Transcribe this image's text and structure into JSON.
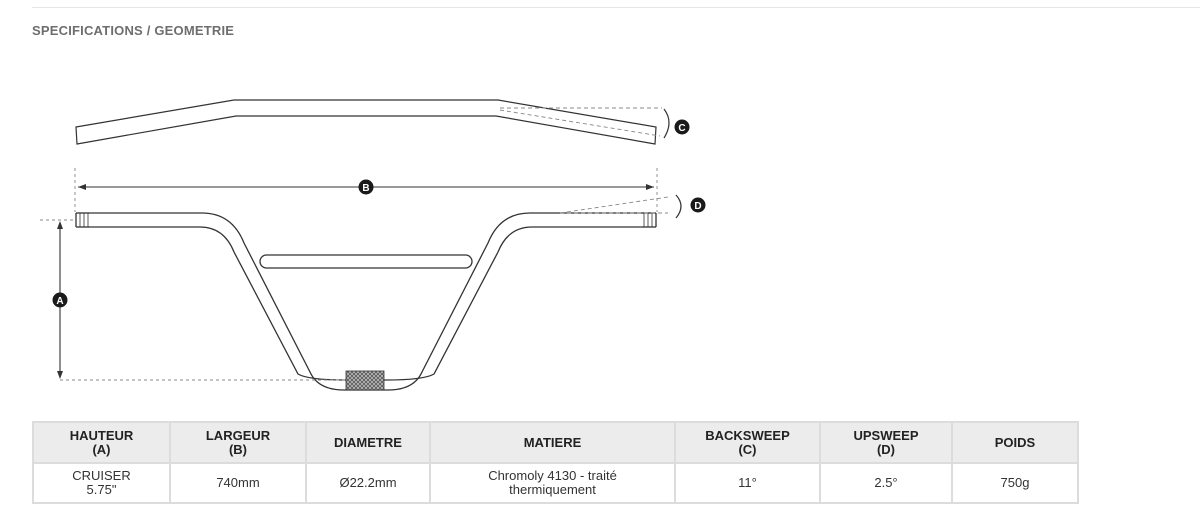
{
  "section": {
    "title": "SPECIFICATIONS / GEOMETRIE"
  },
  "drawing": {
    "labels": {
      "a": "A",
      "b": "B",
      "c": "C",
      "d": "D"
    }
  },
  "table": {
    "headers": [
      {
        "line1": "HAUTEUR",
        "line2": "(A)"
      },
      {
        "line1": "LARGEUR",
        "line2": "(B)"
      },
      {
        "line1": "DIAMETRE",
        "line2": ""
      },
      {
        "line1": "MATIERE",
        "line2": ""
      },
      {
        "line1": "BACKSWEEP",
        "line2": "(C)"
      },
      {
        "line1": "UPSWEEP",
        "line2": "(D)"
      },
      {
        "line1": "POIDS",
        "line2": ""
      }
    ],
    "row": [
      {
        "line1": "CRUISER",
        "line2": "5.75\""
      },
      {
        "line1": "740mm",
        "line2": ""
      },
      {
        "line1": "Ø22.2mm",
        "line2": ""
      },
      {
        "line1": "Chromoly 4130 - traité",
        "line2": "thermiquement"
      },
      {
        "line1": "11°",
        "line2": ""
      },
      {
        "line1": "2.5°",
        "line2": ""
      },
      {
        "line1": "750g",
        "line2": ""
      }
    ]
  }
}
